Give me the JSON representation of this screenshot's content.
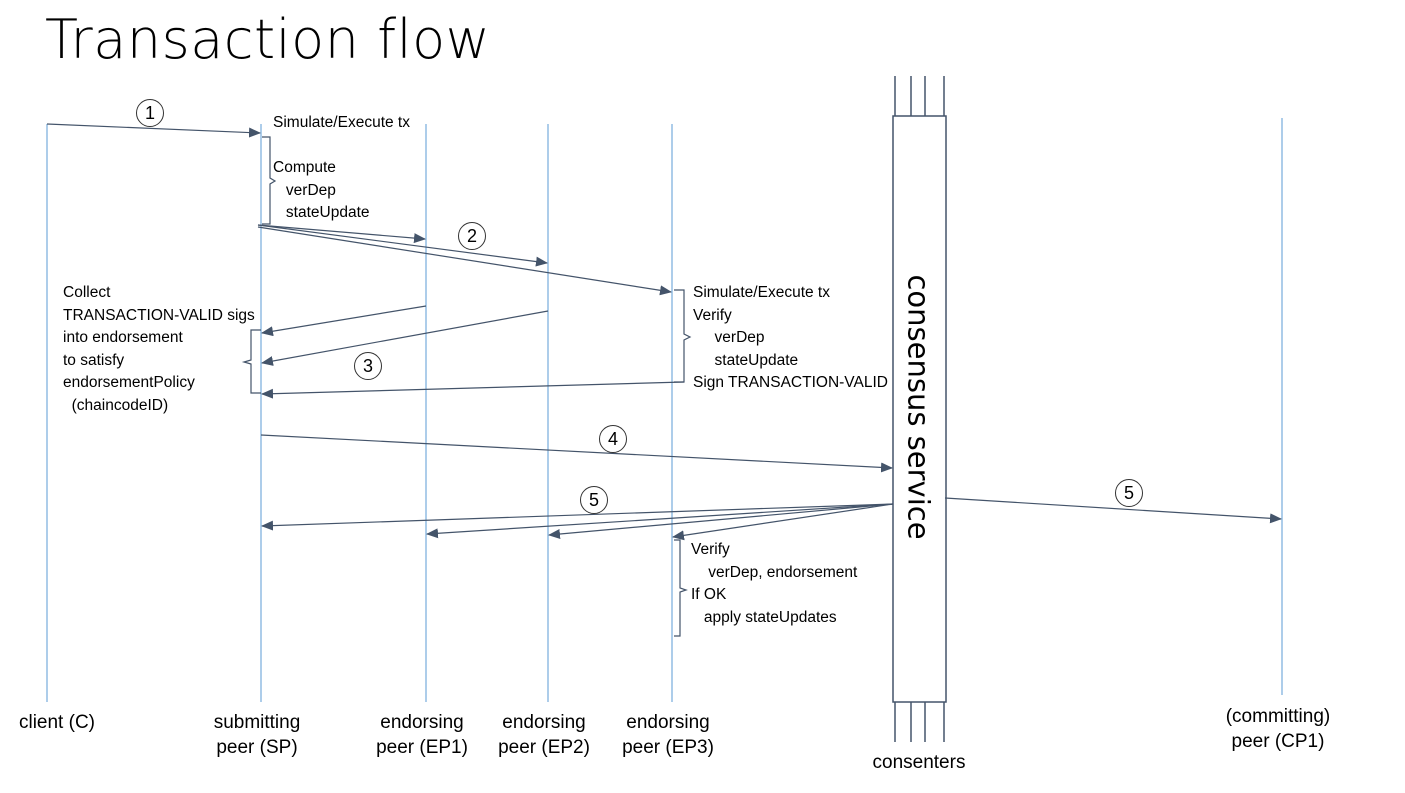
{
  "title": "Transaction flow",
  "colors": {
    "lifeline": "#5b9bd5",
    "arrow": "#44546a",
    "text": "#000000"
  },
  "participants": [
    {
      "id": "client",
      "label_lines": [
        "client (C)"
      ]
    },
    {
      "id": "sp",
      "label_lines": [
        "submitting",
        "peer (SP)"
      ]
    },
    {
      "id": "ep1",
      "label_lines": [
        "endorsing",
        "peer (EP1)"
      ]
    },
    {
      "id": "ep2",
      "label_lines": [
        "endorsing",
        "peer (EP2)"
      ]
    },
    {
      "id": "ep3",
      "label_lines": [
        "endorsing",
        "peer (EP3)"
      ]
    },
    {
      "id": "consenters",
      "label_lines": [
        "consenters"
      ]
    },
    {
      "id": "cp1",
      "label_lines": [
        "(committing)",
        "peer (CP1)"
      ]
    }
  ],
  "consensus_service": {
    "label": "consensus service"
  },
  "steps": [
    {
      "number": "1",
      "from": "client",
      "to": [
        "sp"
      ]
    },
    {
      "number": "2",
      "from": "sp",
      "to": [
        "ep1",
        "ep2",
        "ep3"
      ]
    },
    {
      "number": "3",
      "from": "endorsers",
      "to": [
        "sp"
      ]
    },
    {
      "number": "4",
      "from": "sp",
      "to": [
        "consensus_service"
      ]
    },
    {
      "number": "5",
      "from": "consensus_service",
      "to": [
        "sp",
        "ep1",
        "ep2",
        "ep3"
      ]
    },
    {
      "number": "5",
      "from": "consensus_service",
      "to": [
        "cp1"
      ]
    }
  ],
  "notes": {
    "sp_execute": "Simulate/Execute tx",
    "sp_compute": "Compute\n   verDep\n   stateUpdate",
    "sp_collect": "Collect\nTRANSACTION-VALID sigs\ninto endorsement\nto satisfy\nendorsementPolicy\n  (chaincodeID)",
    "ep_endorse": "Simulate/Execute tx\nVerify\n     verDep\n     stateUpdate\nSign TRANSACTION-VALID",
    "commit_verify": "Verify\n    verDep, endorsement\nIf OK\n   apply stateUpdates"
  }
}
